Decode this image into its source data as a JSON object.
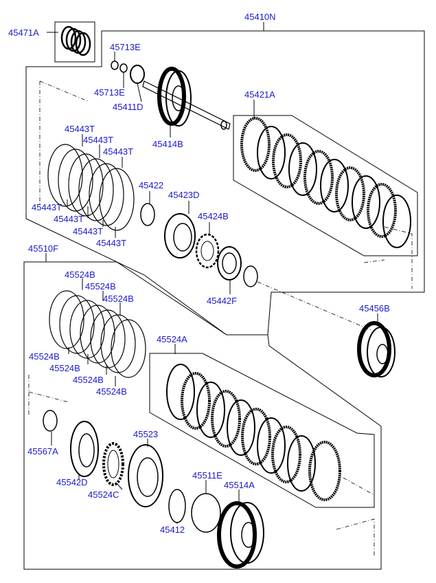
{
  "labels": {
    "p45410N": "45410N",
    "p45471A": "45471A",
    "p45713E_top": "45713E",
    "p45713E_bottom": "45713E",
    "p45411D": "45411D",
    "p45414B": "45414B",
    "p45421A": "45421A",
    "p45443T_1": "45443T",
    "p45443T_2": "45443T",
    "p45443T_3": "45443T",
    "p45443T_4": "45443T",
    "p45443T_5": "45443T",
    "p45443T_6": "45443T",
    "p45443T_7": "45443T",
    "p45422": "45422",
    "p45423D": "45423D",
    "p45424B": "45424B",
    "p45442F": "45442F",
    "p45456B": "45456B",
    "p45510F": "45510F",
    "p45524B_1": "45524B",
    "p45524B_2": "45524B",
    "p45524B_3": "45524B",
    "p45524B_4": "45524B",
    "p45524B_5": "45524B",
    "p45524B_6": "45524B",
    "p45524B_7": "45524B",
    "p45524A": "45524A",
    "p45567A": "45567A",
    "p45542D": "45542D",
    "p45524C": "45524C",
    "p45523": "45523",
    "p45511E": "45511E",
    "p45514A": "45514A",
    "p45412": "45412"
  }
}
